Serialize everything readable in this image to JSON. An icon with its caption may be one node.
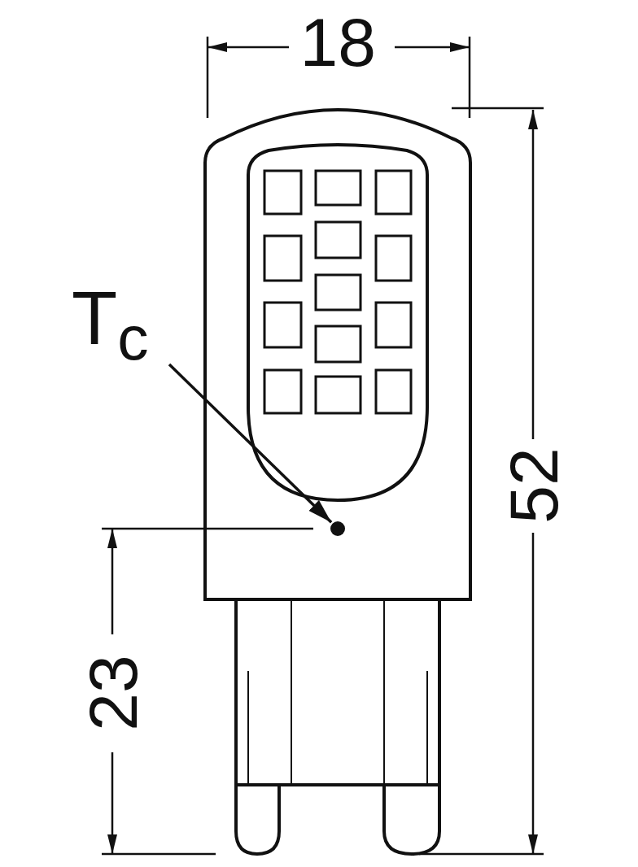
{
  "diagram": {
    "nodes": [
      {
        "text": [
          "T$_{c}$"
        ]
      },
      {
        "text": [],
        "shape": "circle"
      }
    ],
    "edges": [
      {
        "from": 0,
        "to": 1,
        "arrow": "to"
      }
    ],
    "labels": [
      "18",
      "52",
      "23"
    ]
  }
}
